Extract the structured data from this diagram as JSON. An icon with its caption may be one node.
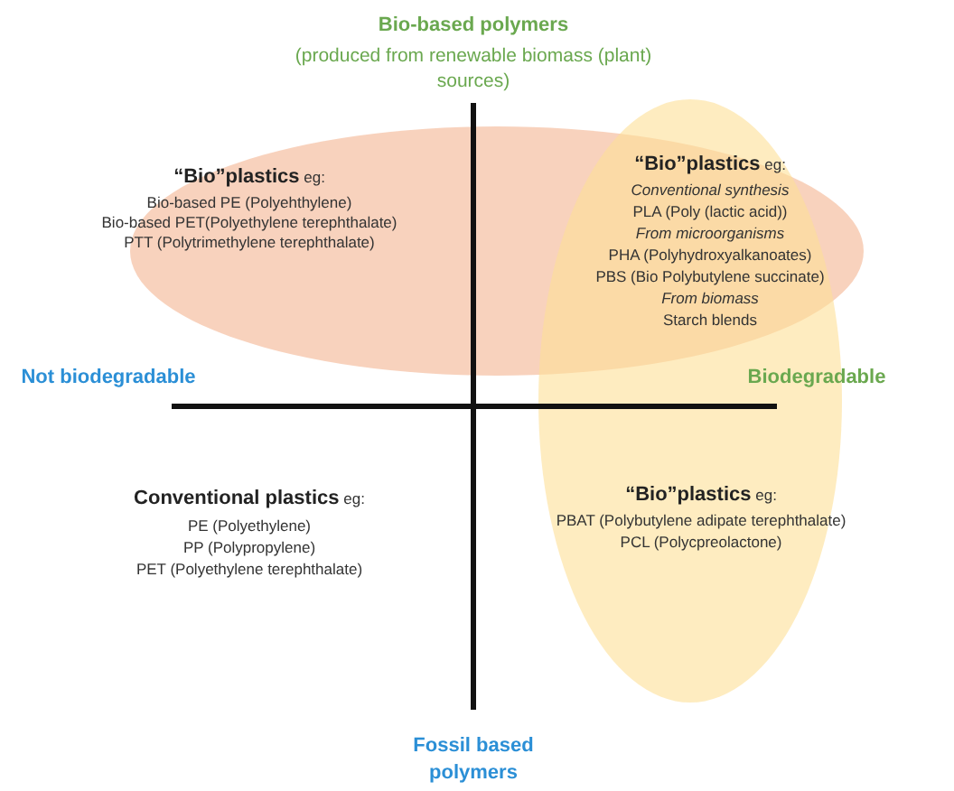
{
  "diagram": {
    "nodes": [
      {
        "text": [
          "**“Bio”plastics** eg:",
          "Bio-based PE (Polyehthylene)",
          "Bio-based PET(Polyethylene terephthalate)",
          "PTT (Polytrimethylene terephthalate)",
          "**“Bio”plastics** eg:",
          "*Conventional synthesis*",
          "PLA (Poly (lactic acid))",
          "*From microorganisms*",
          "PHA (Polyhydroxyalkanoates)",
          "PBS (Bio Polybutylene succinate)",
          "*From biomass*",
          "Starch blends"
        ]
      },
      {
        "text": [
          "**“Bio”plastics** eg:",
          "PBAT (Polybutylene adipate terephthalate)",
          "PCL (Polycpreolactone)"
        ]
      }
    ],
    "edges": [],
    "labels": [
      "Bio-based polymers",
      "(produced from renewable biomass (plant) sources)",
      "Not biodegradable",
      "Biodegradable",
      "**Conventional plastics** eg:",
      "PE (Polyethylene)",
      "PP (Polypropylene)",
      "PET (Polyethylene terephthalate)",
      "Fossil based polymers"
    ]
  }
}
